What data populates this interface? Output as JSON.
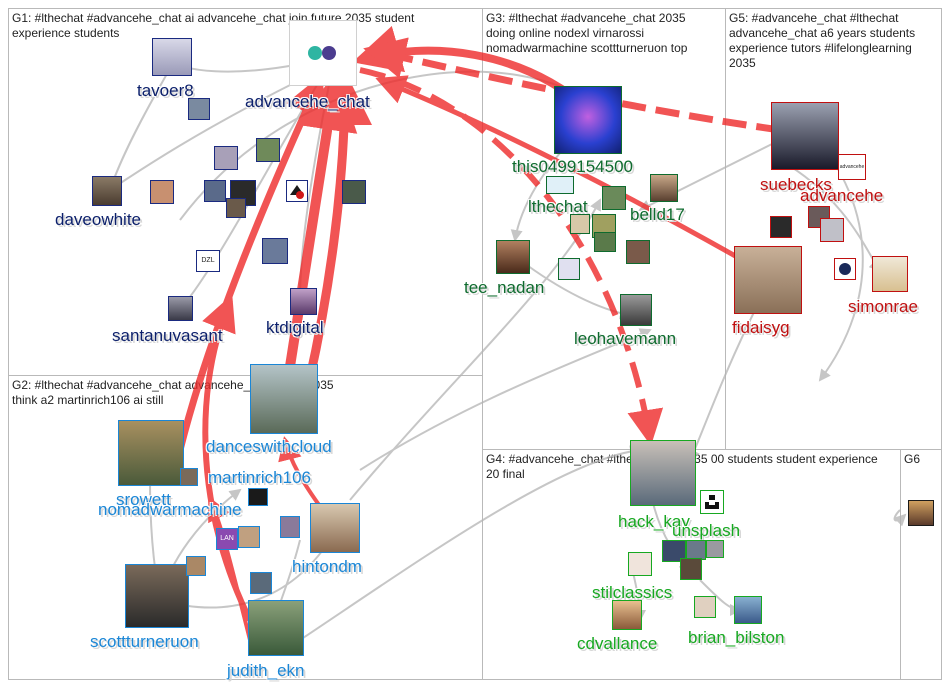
{
  "colors": {
    "g1": "#0b1f6b",
    "g2": "#1a86d6",
    "g3": "#0e6b2e",
    "g4": "#17a821",
    "g5": "#c01010",
    "edge_red": "#ee2a2a",
    "edge_grey": "#b4b4b4",
    "border": "#b9b9b9"
  },
  "groups": [
    {
      "id": "g1",
      "title": "G1: #lthechat #advancehe_chat ai advancehe_chat join future 2035 student experience students"
    },
    {
      "id": "g2",
      "title": "G2: #lthechat #advancehe_chat advancehe_chat more 2035 think a2 martinrich106 ai still"
    },
    {
      "id": "g3",
      "title": "G3: #lthechat #advancehe_chat 2035 doing online nodexl virnarossi nomadwarmachine scottturneruon top"
    },
    {
      "id": "g4",
      "title": "G4: #advancehe_chat #lthechat join 2035 00 students student experience 20 final"
    },
    {
      "id": "g5",
      "title": "G5: #advancehe_chat #lthechat advancehe_chat a6 years students experience tutors #lifelonglearning 2035"
    },
    {
      "id": "g6",
      "title": "G6"
    }
  ],
  "labels": {
    "tavoer8": "tavoer8",
    "advancehe_chat": "advancehe_chat",
    "daveowhite": "daveowhite",
    "santanuvasant": "santanuvasant",
    "ktdigital": "ktdigital",
    "danceswithcloud": "danceswithcloud",
    "martinrich106": "martinrich106",
    "srowett": "srowett",
    "nomadwarmachine": "nomadwarmachine",
    "hintondm": "hintondm",
    "scottturneruon": "scottturneruon",
    "judith_ekn": "judith_ekn",
    "this0499154500": "this0499154500",
    "lthechat": "lthechat",
    "belld17": "belld17",
    "tee_nadan": "tee_nadan",
    "leohavemann": "leohavemann",
    "hack_kay": "hack_kay",
    "unsplash": "unsplash",
    "stilclassics": "stilclassics",
    "cdvallance": "cdvallance",
    "brian_bilston": "brian_bilston",
    "suebecks": "suebecks",
    "advancehe": "advancehe",
    "fidaisyg": "fidaisyg",
    "simonrae": "simonrae"
  },
  "node_icons": {
    "dzl_logo_text": "DZL",
    "lan_logo_text": "LAN",
    "advancehe_logo_text": "advancehe"
  }
}
